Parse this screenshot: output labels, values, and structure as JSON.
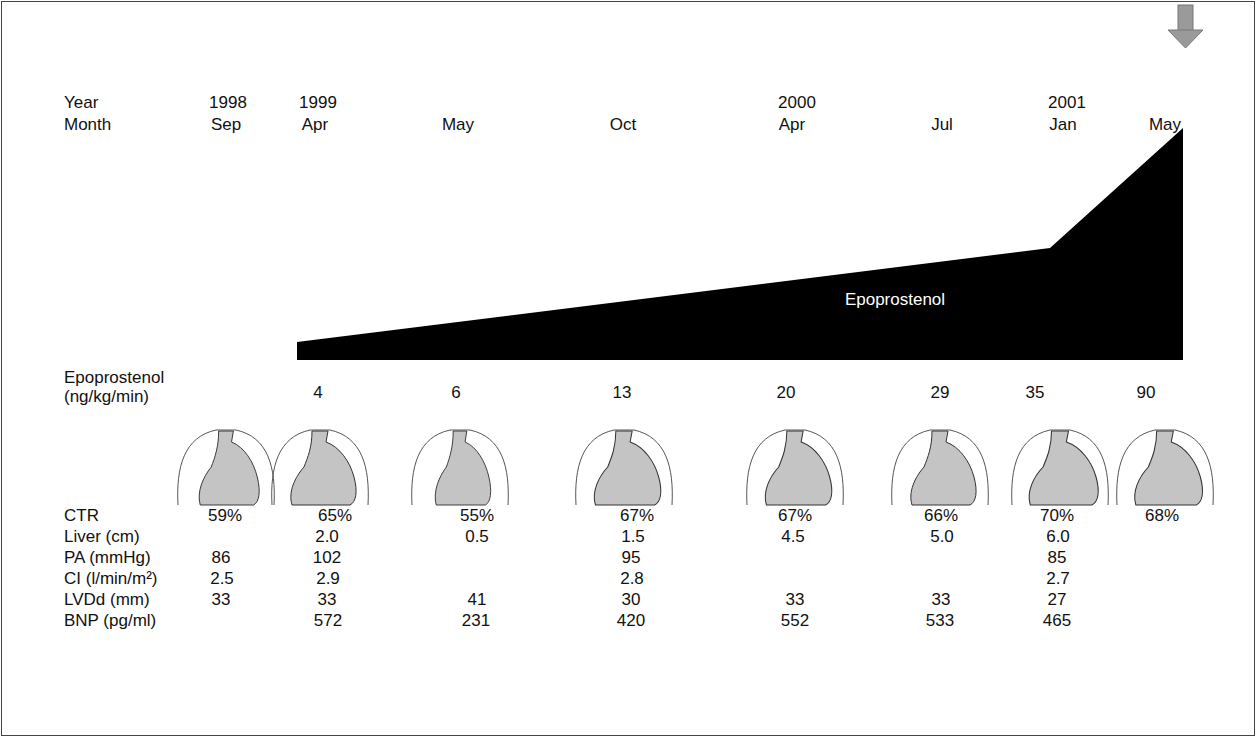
{
  "diagram": {
    "nodes": [
      {
        "text": [
          "Epoprostenol"
        ]
      }
    ],
    "labels": [
      "Year",
      "1998",
      "1999",
      "2000",
      "2001",
      "Month",
      "Sep",
      "Apr",
      "May",
      "Oct",
      "Apr",
      "Jul",
      "Jan",
      "May",
      "Epoprostenol (ng/kg/min)",
      "4",
      "6",
      "13",
      "20",
      "29",
      "35",
      "90",
      "CTR",
      "59%",
      "65%",
      "55%",
      "67%",
      "67%",
      "66%",
      "70%",
      "68%",
      "Liver (cm)",
      "2.0",
      "0.5",
      "1.5",
      "4.5",
      "5.0",
      "6.0",
      "PA (mmHg)",
      "86",
      "102",
      "95",
      "85",
      "CI (l/min/m²)",
      "2.5",
      "2.9",
      "2.8",
      "2.7",
      "LVDd (mm)",
      "33",
      "33",
      "41",
      "30",
      "33",
      "33",
      "27",
      "BNP (pg/ml)",
      "572",
      "231",
      "420",
      "552",
      "533",
      "465"
    ]
  }
}
